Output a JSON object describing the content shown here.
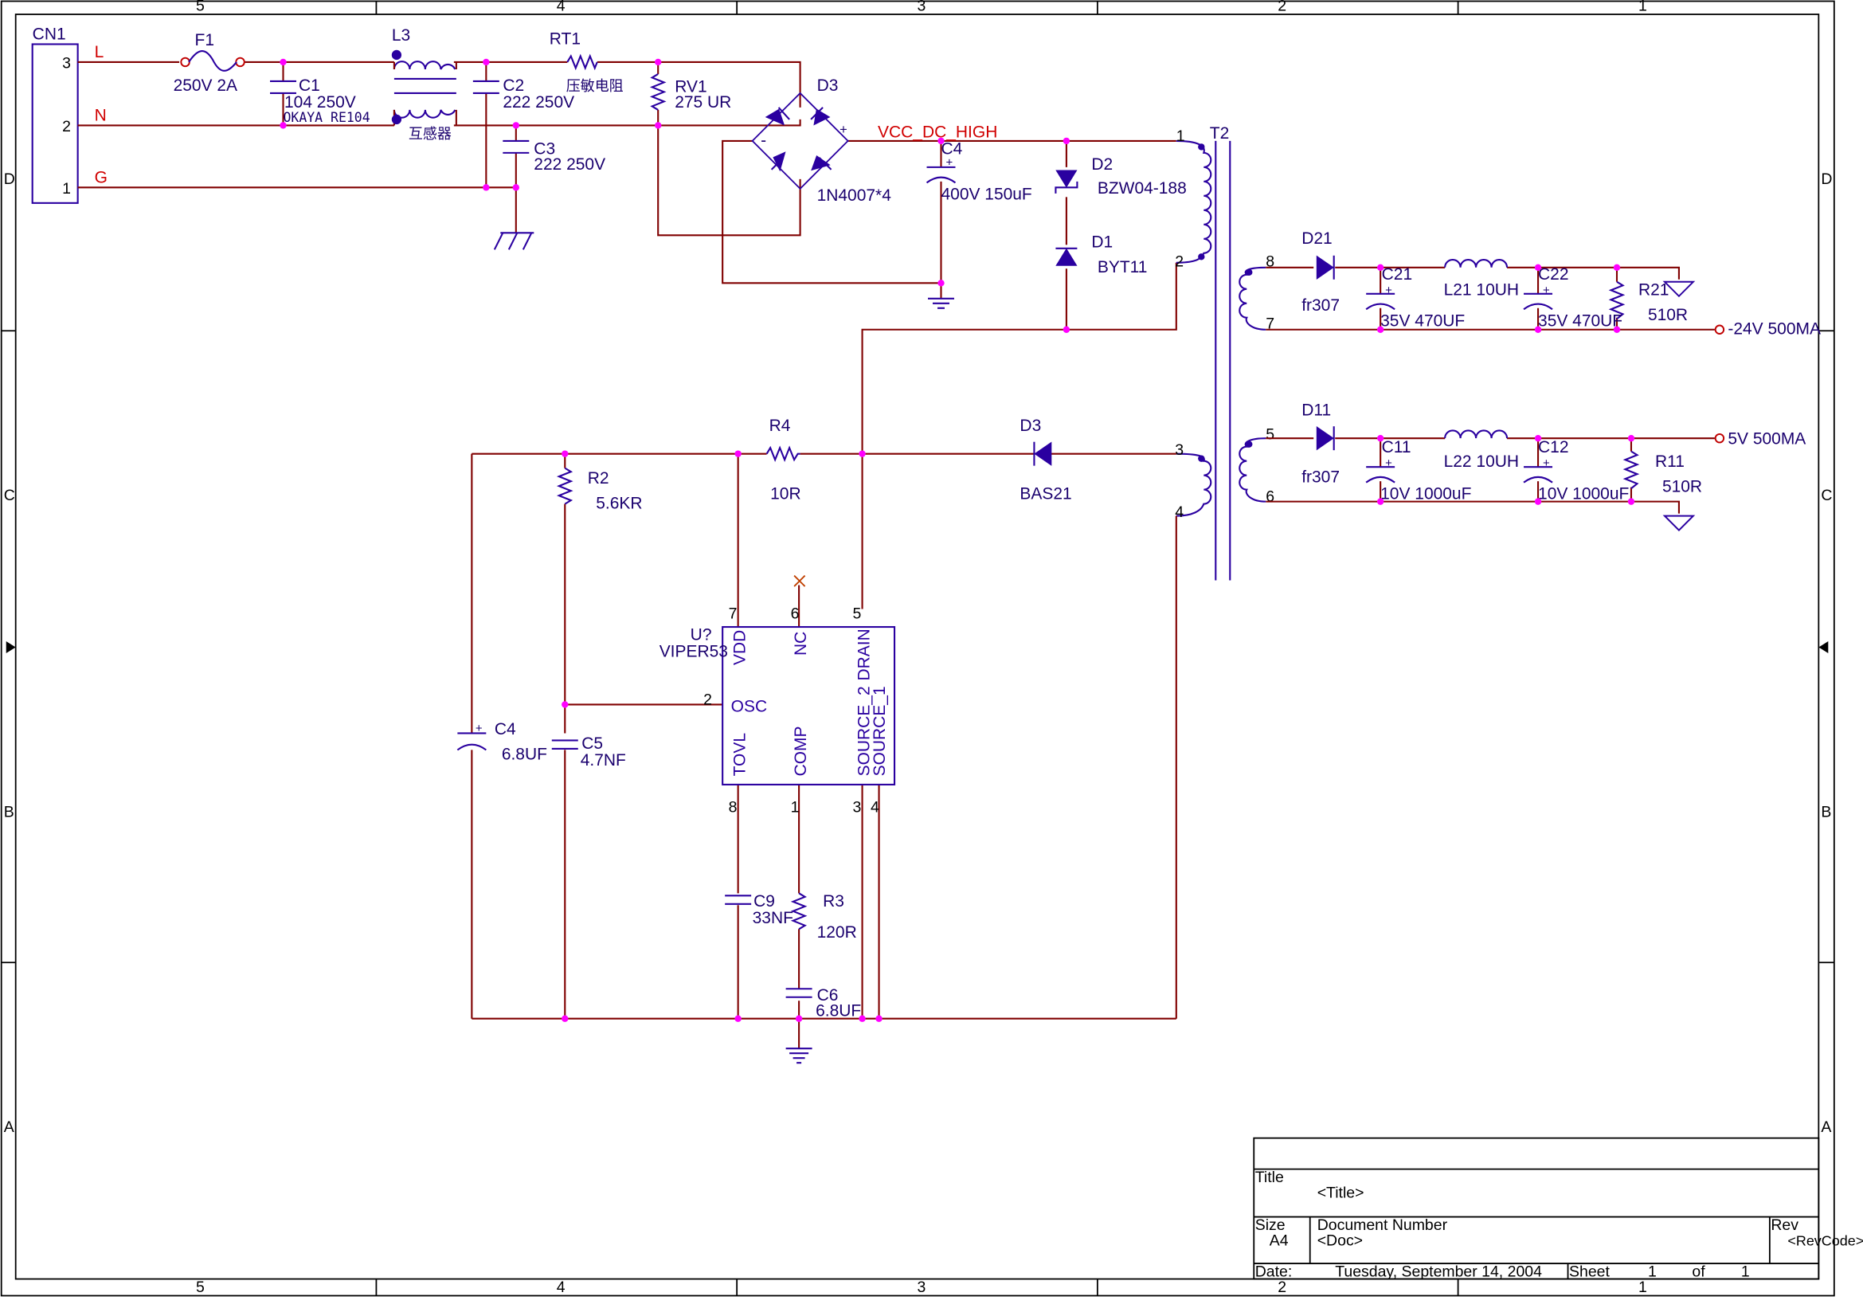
{
  "border": {
    "cols_top": [
      "5",
      "4",
      "3",
      "2",
      "1"
    ],
    "cols_bottom": [
      "5",
      "4",
      "3",
      "2",
      "1"
    ],
    "rows_left": [
      "D",
      "C",
      "B",
      "A"
    ],
    "rows_right": [
      "D",
      "C",
      "B",
      "A"
    ]
  },
  "nets": {
    "L": "L",
    "N": "N",
    "G": "G",
    "vcc": "VCC_DC_HIGH",
    "out24": "-24V 500MA",
    "out5": "5V 500MA"
  },
  "parts": {
    "cn1": "CN1",
    "cn1_p3": "3",
    "cn1_p2": "2",
    "cn1_p1": "1",
    "f1": "F1",
    "f1_val": "250V 2A",
    "c1": "C1",
    "c1_val": "104 250V",
    "c1_note": "OKAYA RE104",
    "l3": "L3",
    "l3_val": "互感器",
    "c2": "C2",
    "c2_val": "222 250V",
    "c3": "C3",
    "c3_val": "222 250V",
    "rt1": "RT1",
    "rt1_val": "压敏电阻",
    "rv1": "RV1",
    "rv1_val": "275 UR",
    "d3br": "D3",
    "d3br_val": "1N4007*4",
    "c4a": "C4",
    "c4a_val": "400V 150uF",
    "d2": "D2",
    "d2_val": "BZW04-188",
    "d1": "D1",
    "d1_val": "BYT11",
    "t2": "T2",
    "t2p1": "1",
    "t2p2": "2",
    "t2p3": "3",
    "t2p4": "4",
    "t2p5": "5",
    "t2p6": "6",
    "t2p7": "7",
    "t2p8": "8",
    "d21": "D21",
    "d21_val": "fr307",
    "c21": "C21",
    "c21_val": "35V 470UF",
    "l21": "L21  10UH",
    "c22": "C22",
    "c22_val": "35V 470UF",
    "r21": "R21",
    "r21_val": "510R",
    "d11": "D11",
    "d11_val": "fr307",
    "c11": "C11",
    "c11_val": "10V 1000uF",
    "l22": "L22  10UH",
    "c12": "C12",
    "c12_val": "10V 1000uF",
    "r11": "R11",
    "r11_val": "510R",
    "r4": "R4",
    "r4_val": "10R",
    "d3": "D3",
    "d3_val": "BAS21",
    "r2": "R2",
    "r2_val": "5.6KR",
    "c4b": "C4",
    "c4b_val": "6.8UF",
    "c5": "C5",
    "c5_val": "4.7NF",
    "c9": "C9",
    "c9_val": "33NF",
    "r3": "R3",
    "r3_val": "120R",
    "c6": "C6",
    "c6_val": "6.8UF"
  },
  "ic": {
    "ref": "U?",
    "name": "VIPER53",
    "vdd": "VDD",
    "nc": "NC",
    "drain": "DRAIN",
    "osc": "OSC",
    "tovl": "TOVL",
    "comp": "COMP",
    "src2": "SOURCE_2",
    "src1": "SOURCE_1",
    "p7": "7",
    "p6": "6",
    "p5": "5",
    "p2": "2",
    "p8": "8",
    "p1": "1",
    "p3": "3",
    "p4": "4"
  },
  "title_block": {
    "title_label": "Title",
    "title_value": "<Title>",
    "size_label": "Size",
    "size_value": "A4",
    "docnum_label": "Document Number",
    "docnum_value": "<Doc>",
    "rev_label": "Rev",
    "rev_value": "<RevCode>",
    "date_label": "Date:",
    "date_value": "Tuesday, September 14, 2004",
    "sheet_label": "Sheet",
    "sheet_num": "1",
    "of_label": "of",
    "sheet_total": "1"
  },
  "colors": {
    "wire": "#800000",
    "component": "#2a00a0",
    "junction": "#ff00ff",
    "net_label": "#d00000"
  }
}
